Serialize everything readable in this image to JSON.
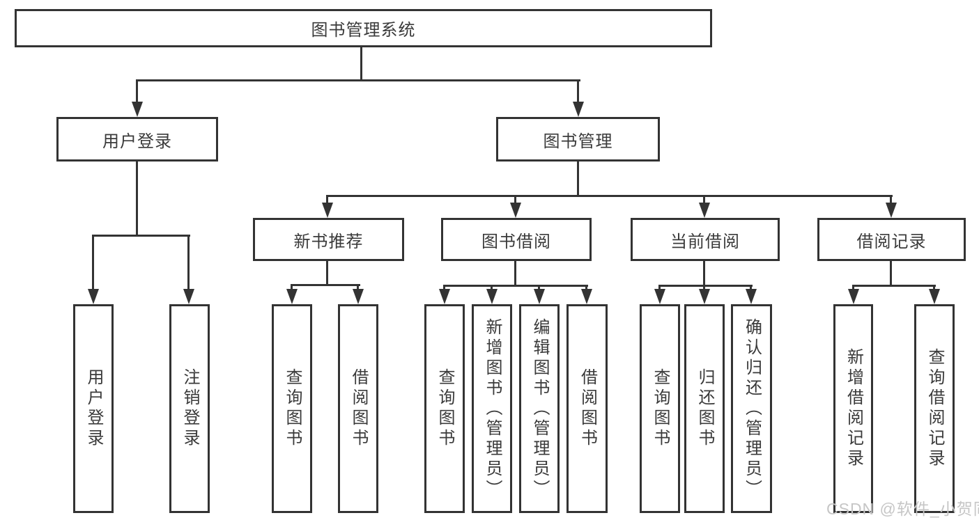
{
  "page": {
    "watermark": "CSDN @软件_小贺同学"
  },
  "diagram": {
    "type": "hierarchy-tree",
    "root": {
      "label": "图书管理系统"
    },
    "branches": [
      {
        "label": "用户登录",
        "leaves": [
          {
            "label": "用户登录"
          },
          {
            "label": "注销登录"
          }
        ]
      },
      {
        "label": "图书管理",
        "groups": [
          {
            "label": "新书推荐",
            "leaves": [
              {
                "label": "查询图书"
              },
              {
                "label": "借阅图书"
              }
            ]
          },
          {
            "label": "图书借阅",
            "leaves": [
              {
                "label": "查询图书"
              },
              {
                "label": "新增图书（管理员）"
              },
              {
                "label": "编辑图书（管理员）"
              },
              {
                "label": "借阅图书"
              }
            ]
          },
          {
            "label": "当前借阅",
            "leaves": [
              {
                "label": "查询图书"
              },
              {
                "label": "归还图书"
              },
              {
                "label": "确认归还（管理员）"
              }
            ]
          },
          {
            "label": "借阅记录",
            "leaves": [
              {
                "label": "新增借阅记录"
              },
              {
                "label": "查询借阅记录"
              }
            ]
          }
        ]
      }
    ],
    "colors": {
      "line": "#333333",
      "text": "#3a3a3a",
      "watermark": "#c6c6c6",
      "background": "#ffffff"
    }
  }
}
